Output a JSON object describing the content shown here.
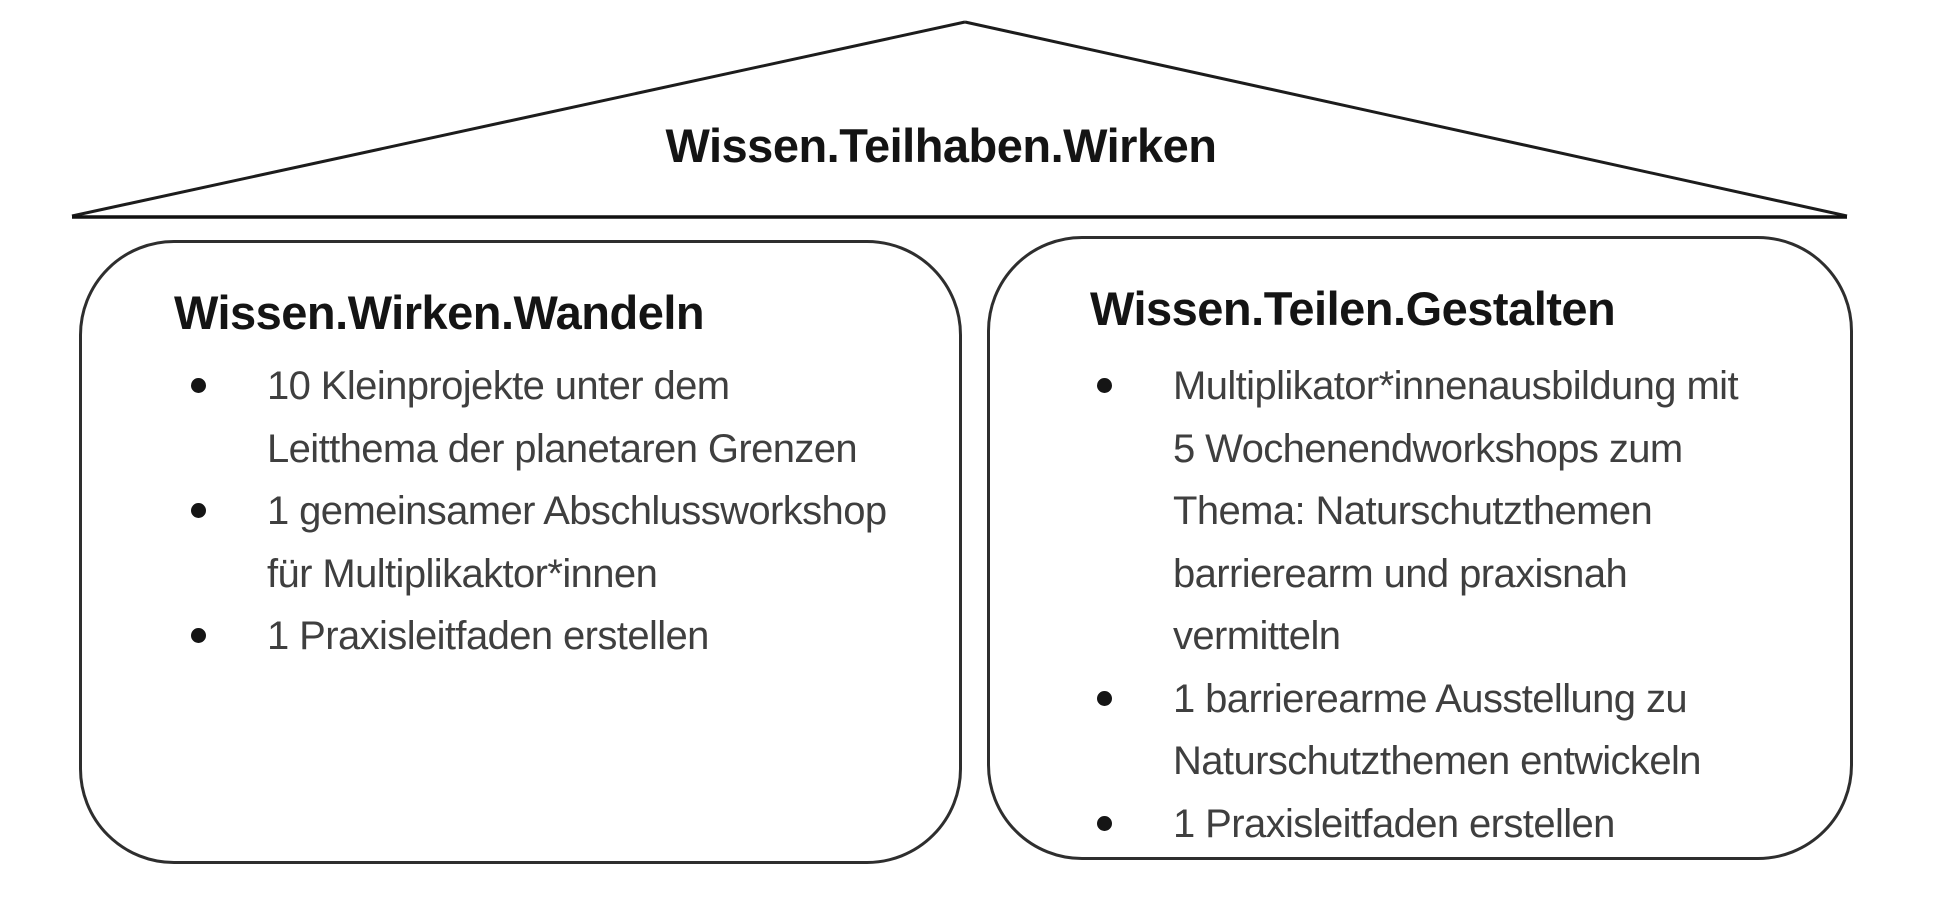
{
  "roof": {
    "title": "Wissen.Teilhaben.Wirken"
  },
  "boxes": {
    "left": {
      "title": "Wissen.Wirken.Wandeln",
      "bullets": [
        {
          "lines": [
            "10 Kleinprojekte unter dem",
            "Leitthema der planetaren Grenzen"
          ]
        },
        {
          "lines": [
            "1 gemeinsamer Abschlussworkshop",
            "für Multiplikaktor*innen"
          ]
        },
        {
          "lines": [
            "1 Praxisleitfaden erstellen"
          ]
        }
      ]
    },
    "right": {
      "title": "Wissen.Teilen.Gestalten",
      "bullets": [
        {
          "lines": [
            "Multiplikator*innenausbildung mit",
            "5 Wochenendworkshops zum",
            "Thema: Naturschutzthemen",
            "barrierearm und praxisnah",
            "vermitteln"
          ]
        },
        {
          "lines": [
            "1 barrierearme Ausstellung zu",
            "Naturschutzthemen entwickeln"
          ]
        },
        {
          "lines": [
            "1 Praxisleitfaden erstellen"
          ]
        }
      ]
    }
  },
  "colors": {
    "background": "#ffffff",
    "ink": "#141414",
    "body_text": "#3f3f3f",
    "border": "#2e2e2e"
  }
}
